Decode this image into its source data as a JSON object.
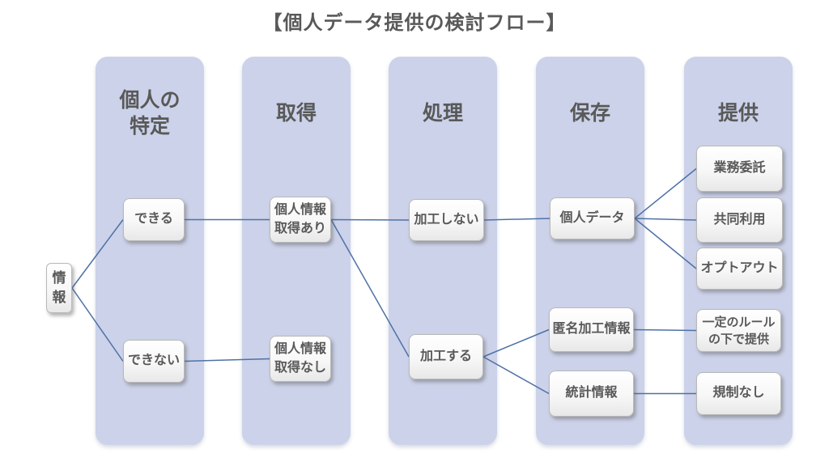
{
  "title": "【個人データ提供の検討フロー】",
  "colors": {
    "column-fill": "#ccd2e9",
    "connector": "#4f71a6",
    "text": "#595959",
    "node-border": "#b9b9b9"
  },
  "diagram": {
    "columns": {
      "identification": {
        "label": "個人の\n特定"
      },
      "acquisition": {
        "label": "取得"
      },
      "processing": {
        "label": "処理"
      },
      "storage": {
        "label": "保存"
      },
      "provision": {
        "label": "提供"
      }
    },
    "nodes": {
      "info": {
        "label": "情\n報"
      },
      "dekiru": {
        "label": "できる"
      },
      "dekinai": {
        "label": "できない"
      },
      "shutoku_ari": {
        "label": "個人情報\n取得あり"
      },
      "shutoku_nashi": {
        "label": "個人情報\n取得なし"
      },
      "kako_shinai": {
        "label": "加工しない"
      },
      "kako_suru": {
        "label": "加工する"
      },
      "kojin_data": {
        "label": "個人データ"
      },
      "gyomu_itaku": {
        "label": "業務委託"
      },
      "kyodo_riyo": {
        "label": "共同利用"
      },
      "opt_out": {
        "label": "オプトアウト"
      },
      "tokumei_kako": {
        "label": "匿名加工情報"
      },
      "tokei_joho": {
        "label": "統計情報"
      },
      "rule_teikyo": {
        "label": "一定のルール\nの下で提供"
      },
      "kisei_nashi": {
        "label": "規制なし"
      }
    },
    "edges": [
      {
        "from": "info",
        "to": "dekiru"
      },
      {
        "from": "info",
        "to": "dekinai"
      },
      {
        "from": "dekiru",
        "to": "shutoku_ari"
      },
      {
        "from": "dekinai",
        "to": "shutoku_nashi"
      },
      {
        "from": "shutoku_ari",
        "to": "kako_shinai"
      },
      {
        "from": "shutoku_ari",
        "to": "kako_suru"
      },
      {
        "from": "kako_shinai",
        "to": "kojin_data"
      },
      {
        "from": "kojin_data",
        "to": "gyomu_itaku"
      },
      {
        "from": "kojin_data",
        "to": "kyodo_riyo"
      },
      {
        "from": "kojin_data",
        "to": "opt_out"
      },
      {
        "from": "kako_suru",
        "to": "tokumei_kako"
      },
      {
        "from": "kako_suru",
        "to": "tokei_joho"
      },
      {
        "from": "tokumei_kako",
        "to": "rule_teikyo"
      },
      {
        "from": "tokei_joho",
        "to": "kisei_nashi"
      }
    ]
  }
}
